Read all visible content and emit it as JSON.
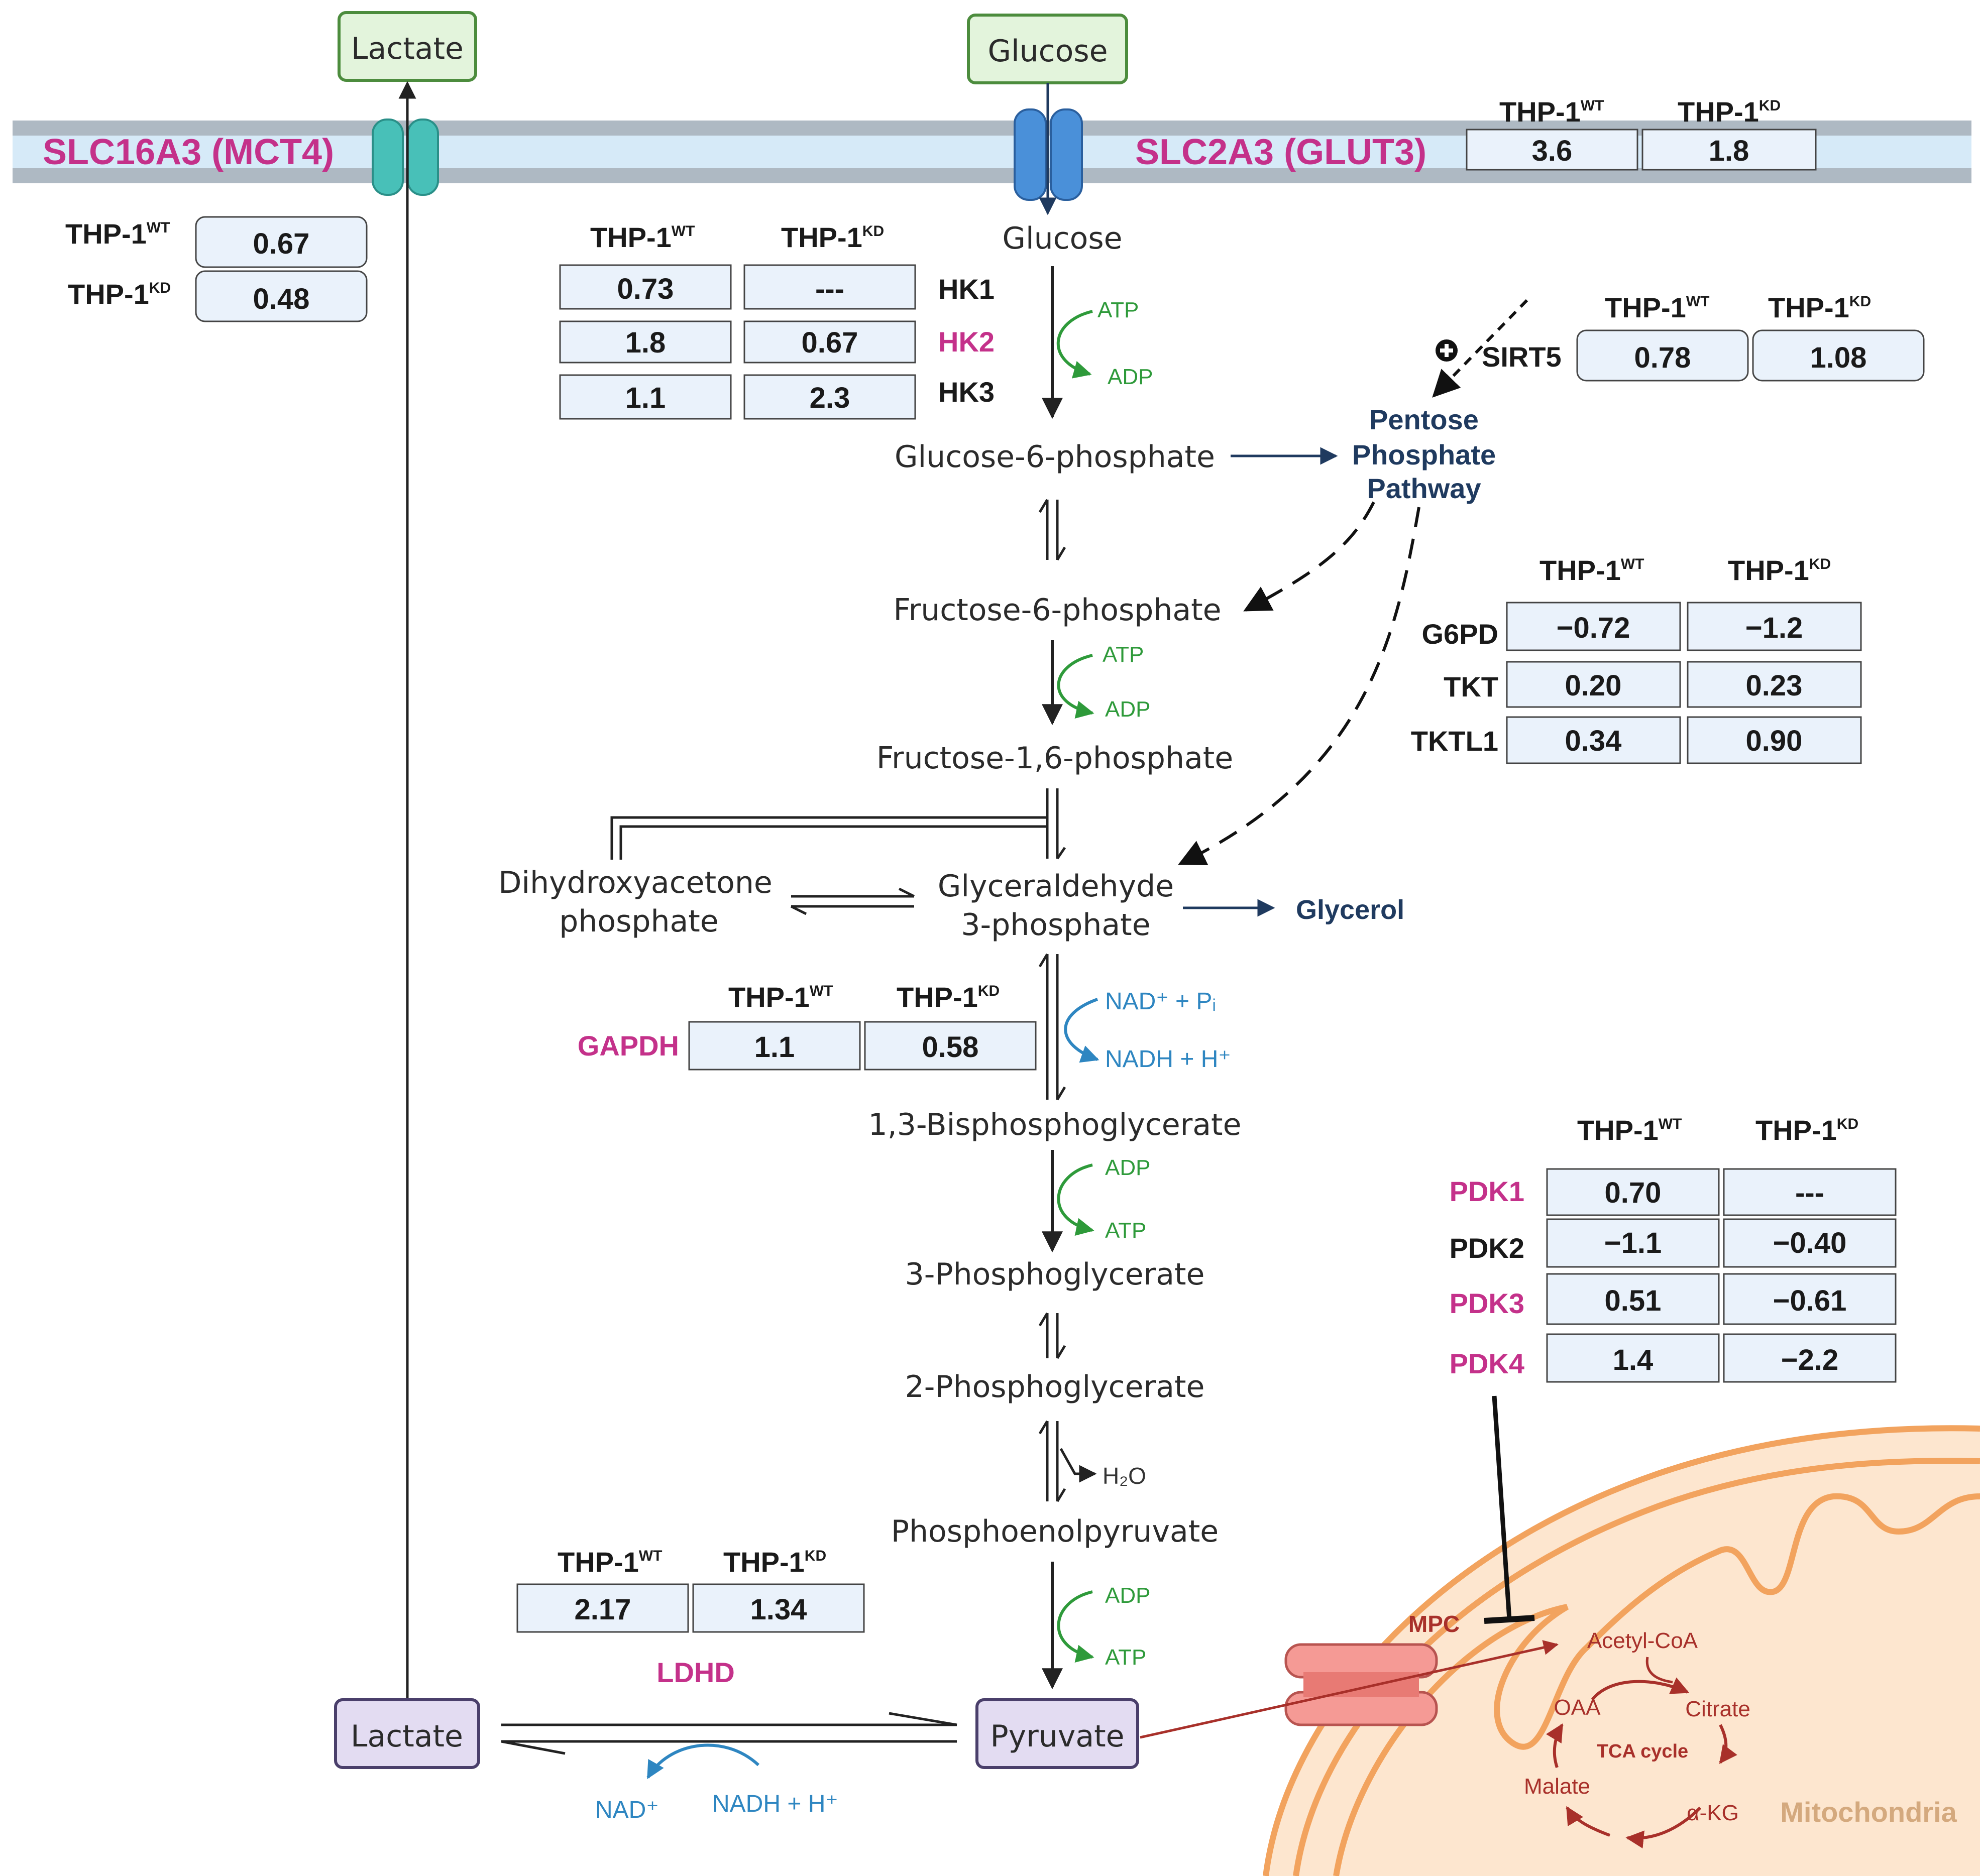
{
  "transporters": {
    "mct4": "SLC16A3 (MCT4)",
    "glut3": "SLC2A3 (GLUT3)"
  },
  "boxes": {
    "lactate_out": "Lactate",
    "glucose_out": "Glucose",
    "lactate_in": "Lactate",
    "pyruvate": "Pyruvate"
  },
  "metabolites": {
    "glucose": "Glucose",
    "g6p": "Glucose-6-phosphate",
    "f6p": "Fructose-6-phosphate",
    "f16bp": "Fructose-1,6-phosphate",
    "dhap_1": "Dihydroxyacetone",
    "dhap_2": "phosphate",
    "gap_1": "Glyceraldehyde",
    "gap_2": "3-phosphate",
    "bpg": "1,3-Bisphosphoglycerate",
    "pg3": "3-Phosphoglycerate",
    "pg2": "2-Phosphoglycerate",
    "pep": "Phosphoenolpyruvate",
    "glycerol": "Glycerol",
    "ppp_1": "Pentose",
    "ppp_2": "Phosphate",
    "ppp_3": "Pathway"
  },
  "cofactors": {
    "atp": "ATP",
    "adp": "ADP",
    "nad_pi": "NAD⁺ + Pᵢ",
    "nadh_h": "NADH + H⁺",
    "h2o": "H₂O",
    "nad": "NAD⁺",
    "nadh_h_ldh": "NADH + H⁺"
  },
  "column_header": {
    "wt_base": "THP-1",
    "wt_sup": "WT",
    "kd_base": "THP-1",
    "kd_sup": "KD"
  },
  "mct4_table": {
    "wt": "0.67",
    "kd": "0.48"
  },
  "glut3_table": {
    "wt": "3.6",
    "kd": "1.8"
  },
  "hk_table": {
    "rows": [
      {
        "gene": "HK1",
        "wt": "0.73",
        "kd": "---"
      },
      {
        "gene": "HK2",
        "wt": "1.8",
        "kd": "0.67"
      },
      {
        "gene": "HK3",
        "wt": "1.1",
        "kd": "2.3"
      }
    ]
  },
  "sirt5_table": {
    "gene": "SIRT5",
    "wt": "0.78",
    "kd": "1.08",
    "effect_symbol": "⊕"
  },
  "ppp_table": {
    "rows": [
      {
        "gene": "G6PD",
        "wt": "−0.72",
        "kd": "−1.2"
      },
      {
        "gene": "TKT",
        "wt": "0.20",
        "kd": "0.23"
      },
      {
        "gene": "TKTL1",
        "wt": "0.34",
        "kd": "0.90"
      }
    ]
  },
  "gapdh_table": {
    "gene": "GAPDH",
    "wt": "1.1",
    "kd": "0.58"
  },
  "pdk_table": {
    "rows": [
      {
        "gene": "PDK1",
        "wt": "0.70",
        "kd": "---"
      },
      {
        "gene": "PDK2",
        "wt": "−1.1",
        "kd": "−0.40"
      },
      {
        "gene": "PDK3",
        "wt": "0.51",
        "kd": "−0.61"
      },
      {
        "gene": "PDK4",
        "wt": "1.4",
        "kd": "−2.2"
      }
    ]
  },
  "ldhd_table": {
    "gene": "LDHD",
    "wt": "2.17",
    "kd": "1.34"
  },
  "mito": {
    "mpc": "MPC",
    "acetyl_coa": "Acetyl-CoA",
    "citrate": "Citrate",
    "akg": "α-KG",
    "malate": "Malate",
    "oaa": "OAA",
    "tca": "TCA cycle",
    "label": "Mitochondria"
  },
  "colors": {
    "pink_gene": "#c4318a",
    "navy": "#1f3a5f",
    "green_cofactor": "#2e9a3a",
    "blue_cofactor": "#2e86c1",
    "membrane": "#d6eaf8",
    "mito_orange": "#f5a25d",
    "tca_red": "#a8302a"
  }
}
